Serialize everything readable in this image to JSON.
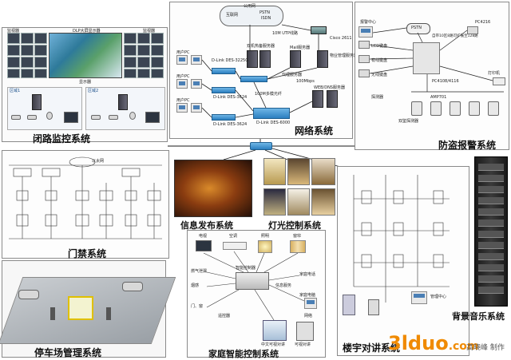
{
  "cctv": {
    "title": "闭路监控系统",
    "video_wall_label": "DLP大屏显示器",
    "matrix_label": "显示器",
    "monitor_top_left": "监视器",
    "monitor_top_right": "监视器",
    "area_left": "区域1",
    "area_right": "区域2"
  },
  "network": {
    "title": "网络系统",
    "internet": "公用网",
    "internet_sub": "互联网",
    "pstn": "PSTN",
    "isdn": "ISDN",
    "utp": "10M UTP线路",
    "cisco": "Cisco 2611",
    "switch1": "D-Link DES-3225G",
    "switch2": "D-Link DES-3624",
    "switch3": "D-Link DES-3624",
    "core_switch": "D-Link DES-6000",
    "fiber": "100M多模光纤",
    "server_group": "双机热备服务器",
    "mail_server": "Mail服务器",
    "proxy_server": "代理服务器",
    "web_server": "WEB/DNS服务器",
    "property_server": "物业管理服务器",
    "pc_label": "用户PC",
    "speed": "100Mbps"
  },
  "alarm": {
    "title": "防盗报警系统",
    "center": "报警中心",
    "pstn": "PSTN",
    "host": "自带10区8路可扩展至128路",
    "keyboard_lcd": "LCD键盘",
    "keyboard": "有线键盘",
    "wireless_keyboard": "无线键盘",
    "pc_label": "PC4216",
    "detector": "探测器",
    "module": "PC4108/4116",
    "printer": "打印机",
    "dual_tech": "双鉴探测器",
    "amp": "AMP701"
  },
  "access": {
    "title": "门禁系统",
    "ethernet": "以太网"
  },
  "info": {
    "title": "信息发布系统"
  },
  "lighting": {
    "title": "灯光控制系统"
  },
  "parking": {
    "title": "停车场管理系统"
  },
  "home": {
    "title": "家庭智能控制系统",
    "tv": "电视",
    "ac": "空调",
    "light": "照明",
    "curtain": "窗帘",
    "controller": "智能控制器",
    "gas": "燃气泄漏",
    "smoke": "烟感",
    "door": "门、窗",
    "remote": "遥控器",
    "phone": "家庭电话",
    "info_service": "信息服务",
    "pc": "家庭电脑",
    "network": "网络",
    "monitor": "中文可视对讲",
    "intercom": "可视对讲"
  },
  "intercom": {
    "title": "楼宇对讲系统",
    "center": "管理中心"
  },
  "music": {
    "title": "背景音乐系统"
  },
  "watermark": {
    "site": "3lduo",
    "domain": ".com",
    "author": "高晓峰 制作"
  },
  "colors": {
    "accent": "#2b7fc0",
    "watermark_orange": "#f08a00",
    "title": "#111111"
  }
}
